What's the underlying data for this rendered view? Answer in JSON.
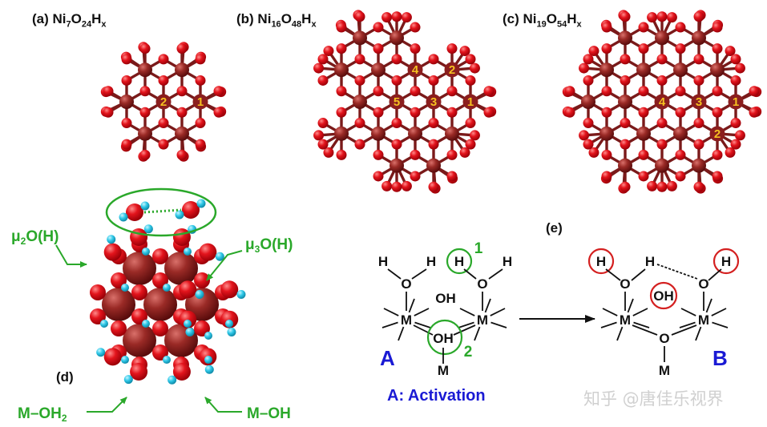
{
  "panels": {
    "a": {
      "prefix": "(a) Ni",
      "s1": "7",
      "m1": "O",
      "s2": "24",
      "m2": "H",
      "s3": "x"
    },
    "b": {
      "prefix": "(b) Ni",
      "s1": "16",
      "m1": "O",
      "s2": "48",
      "m2": "H",
      "s3": "x"
    },
    "c": {
      "prefix": "(c) Ni",
      "s1": "19",
      "m1": "O",
      "s2": "54",
      "m2": "H",
      "s3": "x"
    }
  },
  "site_labels": {
    "a": [
      "2",
      "1"
    ],
    "b": [
      "4",
      "2",
      "5",
      "3",
      "1"
    ],
    "c": [
      "4",
      "3",
      "1",
      "2"
    ]
  },
  "panel_d": {
    "label": "(d)",
    "mu2": "μ2O(H)",
    "mu3": "μ3O(H)",
    "m_oh2": "M–OH2",
    "m_oh": "M–OH"
  },
  "panel_e": {
    "label": "(e)",
    "state_a": "A",
    "state_b": "B",
    "caption": "A: Activation",
    "site_1": "1",
    "site_2": "2",
    "atoms": {
      "h": "H",
      "o": "O",
      "oh": "OH",
      "m": "M"
    }
  },
  "watermark": "知乎 @唐佳乐视界",
  "colors": {
    "ni": "#8b1e1e",
    "oxygen": "#e0101a",
    "hydrogen": "#29c7e6",
    "green": "#2aa82a",
    "red_circle": "#d42020",
    "blue": "#1a1ad4"
  }
}
